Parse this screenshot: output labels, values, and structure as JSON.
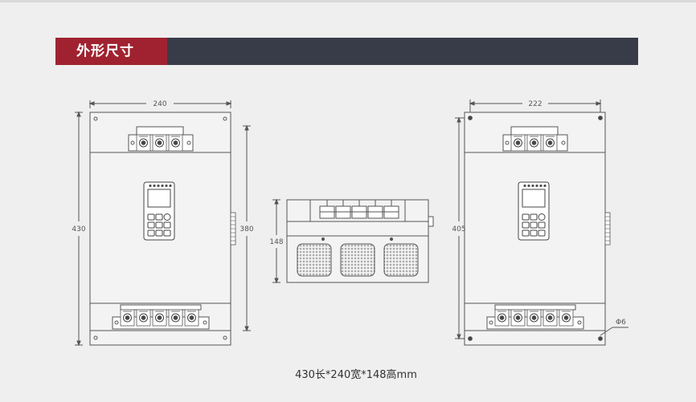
{
  "header": {
    "title": "外形尺寸"
  },
  "front_view": {
    "width_label": "240",
    "height_label": "430",
    "hole_span_label": "380"
  },
  "side_view": {
    "height_label": "148"
  },
  "back_view": {
    "width_label": "222",
    "height_label": "405",
    "hole_label": "Φ6"
  },
  "caption": "430长*240宽*148高mm",
  "colors": {
    "accent": "#a02230",
    "header_bar": "#383c49",
    "line": "#555555",
    "background": "#efefef"
  }
}
